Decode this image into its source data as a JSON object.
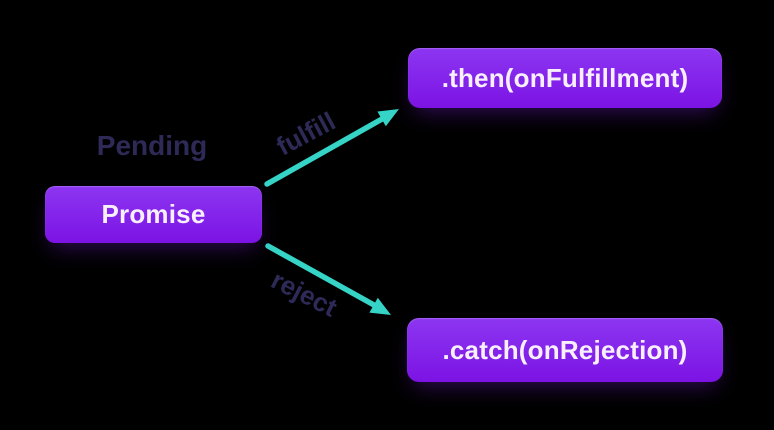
{
  "diagram": {
    "state_label": "Pending",
    "nodes": [
      {
        "id": "promise",
        "label": "Promise"
      },
      {
        "id": "then",
        "label": ".then(onFulfillment)"
      },
      {
        "id": "catch",
        "label": ".catch(onRejection)"
      }
    ],
    "edges": [
      {
        "from": "promise",
        "to": "then",
        "label": "fulfill"
      },
      {
        "from": "promise",
        "to": "catch",
        "label": "reject"
      }
    ]
  },
  "colors": {
    "background": "#000000",
    "node_purple_top": "#8c36f1",
    "node_purple_bottom": "#7c13e4",
    "node_text": "#f8effd",
    "arrow_teal": "#35d4c6",
    "muted_label": "#2e2a57"
  }
}
